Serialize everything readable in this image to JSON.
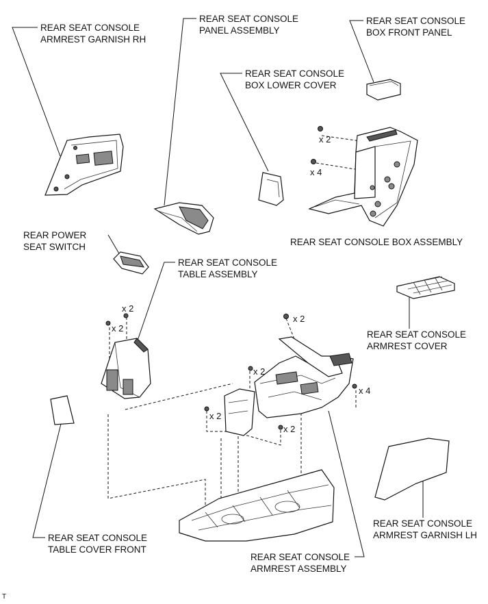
{
  "labels": {
    "garnish_rh": [
      "REAR SEAT CONSOLE",
      "ARMREST GARNISH RH"
    ],
    "panel_assembly": [
      "REAR SEAT CONSOLE",
      "PANEL ASSEMBLY"
    ],
    "box_front_panel": [
      "REAR SEAT CONSOLE",
      "BOX FRONT PANEL"
    ],
    "box_lower_cover": [
      "REAR SEAT CONSOLE",
      "BOX LOWER COVER"
    ],
    "box_assembly": [
      "REAR SEAT CONSOLE BOX ASSEMBLY"
    ],
    "power_seat_switch": [
      "REAR POWER",
      "SEAT SWITCH"
    ],
    "table_assembly": [
      "REAR SEAT CONSOLE",
      "TABLE ASSEMBLY"
    ],
    "armrest_cover": [
      "REAR SEAT CONSOLE",
      "ARMREST COVER"
    ],
    "garnish_lh": [
      "REAR SEAT CONSOLE",
      "ARMREST GARNISH LH"
    ],
    "table_cover_front": [
      "REAR SEAT CONSOLE",
      "TABLE COVER FRONT"
    ],
    "armrest_assembly": [
      "REAR SEAT CONSOLE",
      "ARMREST ASSEMBLY"
    ]
  },
  "quantities": {
    "box_screw": "x 2",
    "box_bolt": "x 4",
    "table_nut": "x 2",
    "table_bolt": "x 2",
    "armrest_bolt_top": "x 2",
    "armrest_clip": "x 2",
    "armrest_nut_right": "x 4",
    "bracket_nut": "x 2",
    "armrest_nut_bottom": "x 2"
  },
  "corner_mark": "T"
}
